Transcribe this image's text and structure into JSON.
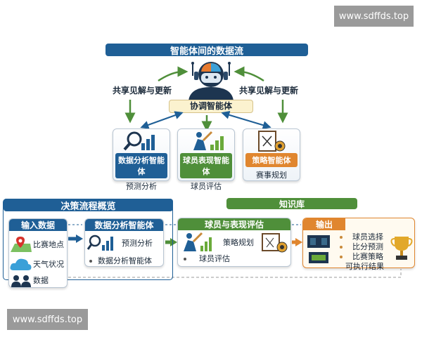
{
  "watermarks": {
    "top": "www.sdffds.top",
    "bottom": "www.sdffds.top"
  },
  "top_section": {
    "title": "智能体间的数据流",
    "coordinator": "协调智能体",
    "share_left": "共享见解与更新",
    "share_right": "共享见解与更新",
    "agents": [
      {
        "name": "数据分析智能体",
        "sub": "预测分析",
        "color": "#1f5f96"
      },
      {
        "name": "球员表现智能体",
        "sub": "球员评估",
        "color": "#4f8f3a"
      },
      {
        "name": "策略智能体",
        "sub": "赛事规划",
        "color": "#e0862f"
      }
    ]
  },
  "bottom_section": {
    "title": "决策流程概览",
    "knowledge_base": "知识库",
    "input": {
      "title": "输入数据",
      "items": [
        "比赛地点",
        "天气状况",
        "数据"
      ]
    },
    "analysis": {
      "title": "数据分析智能体",
      "item1": "预测分析",
      "bullet": "数据分析智能体"
    },
    "player": {
      "title": "球员与表现评估",
      "item1": "策略规划",
      "bullet": "球员评估"
    },
    "output": {
      "title": "输出",
      "items": [
        "球员选择",
        "比分预测",
        "比赛策略"
      ],
      "result": "可执行结果"
    }
  },
  "colors": {
    "blue": "#1f5f96",
    "green": "#4f8f3a",
    "orange": "#e0862f",
    "cream": "#fbf2cf"
  }
}
